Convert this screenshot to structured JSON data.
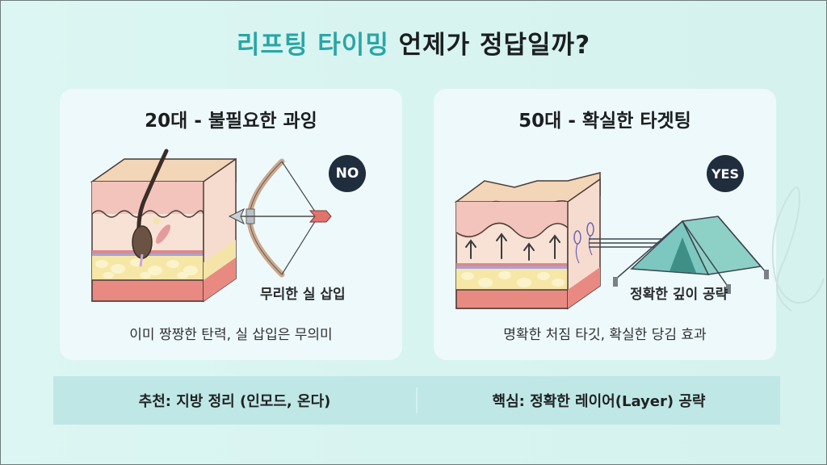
{
  "title": {
    "accent": "리프팅 타이밍",
    "rest": "언제가 정답일까?"
  },
  "colors": {
    "accent": "#2aa6a6",
    "background": "#d7f3ef",
    "card": "#eef9fb",
    "badge": "#1f2d3d",
    "bottom_bar": "#bfe7e5",
    "tent": "#7cc7bf"
  },
  "panels": [
    {
      "title": "20대 - 불필요한 과잉",
      "badge": "NO",
      "illustration": "skin-cross-section-with-bow-and-arrow",
      "label": "무리한 실 삽입",
      "caption": "이미 짱짱한 탄력, 실 삽입은 무의미"
    },
    {
      "title": "50대 - 확실한 타겟팅",
      "badge": "YES",
      "illustration": "sagging-skin-cross-section-with-tent",
      "label": "정확한 깊이 공략",
      "caption": "명확한 처짐 타깃, 확실한 당김 효과"
    }
  ],
  "bottom": {
    "left": "추천: 지방 정리 (인모드, 온다)",
    "right": "핵심: 정확한 레이어(Layer) 공략"
  }
}
